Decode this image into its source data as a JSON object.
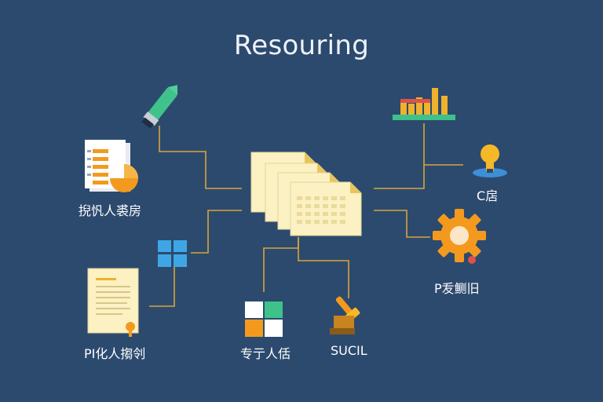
{
  "title": "Resouring",
  "labels": {
    "left_top": "掜忛人裘房",
    "right_top": "C扂",
    "right_mid": "P叐鲗旧",
    "bottom_left": "PI化人搊刢",
    "bottom_mid": "专亍人佸",
    "bottom_right": "SUCIL"
  },
  "colors": {
    "background": "#2c4a6e",
    "connector": "#d8a53a",
    "document": "#fbf1c2",
    "orange": "#f39a1e"
  },
  "icons": [
    "pen-icon",
    "bar-chart-icon",
    "report-pie-icon",
    "lightbulb-icon",
    "document-stack-icon",
    "windows-grid-icon",
    "gear-icon",
    "certificate-icon",
    "tiles-icon",
    "stamp-icon"
  ]
}
